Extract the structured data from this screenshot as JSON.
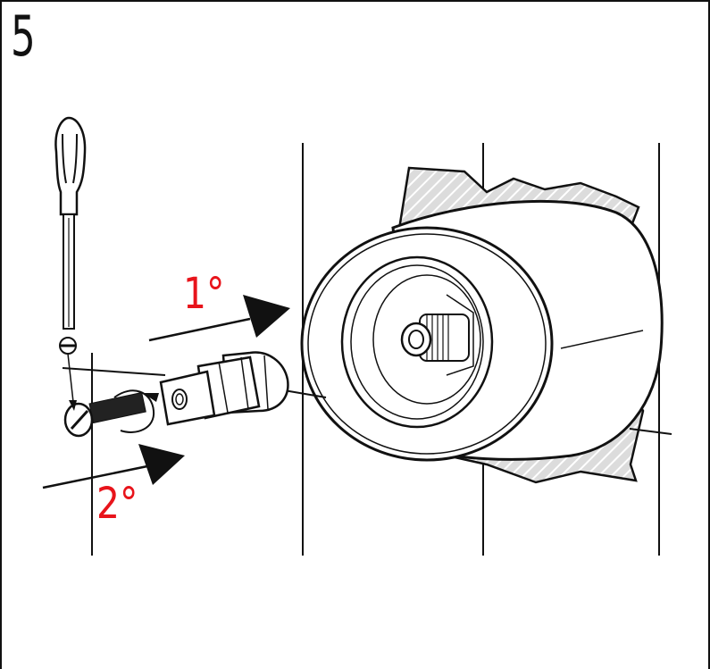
{
  "step": {
    "number": "5"
  },
  "callouts": [
    {
      "label": "1°",
      "color": "#e8141b"
    },
    {
      "label": "2°",
      "color": "#e8141b"
    }
  ],
  "icons": [
    "screwdriver-icon",
    "slotted-screw-icon",
    "socket-adapter-icon",
    "valve-body-icon",
    "wall-recess-icon"
  ],
  "colors": {
    "line": "#111111",
    "hatch": "#8a8a8a",
    "accent": "#e8141b"
  }
}
